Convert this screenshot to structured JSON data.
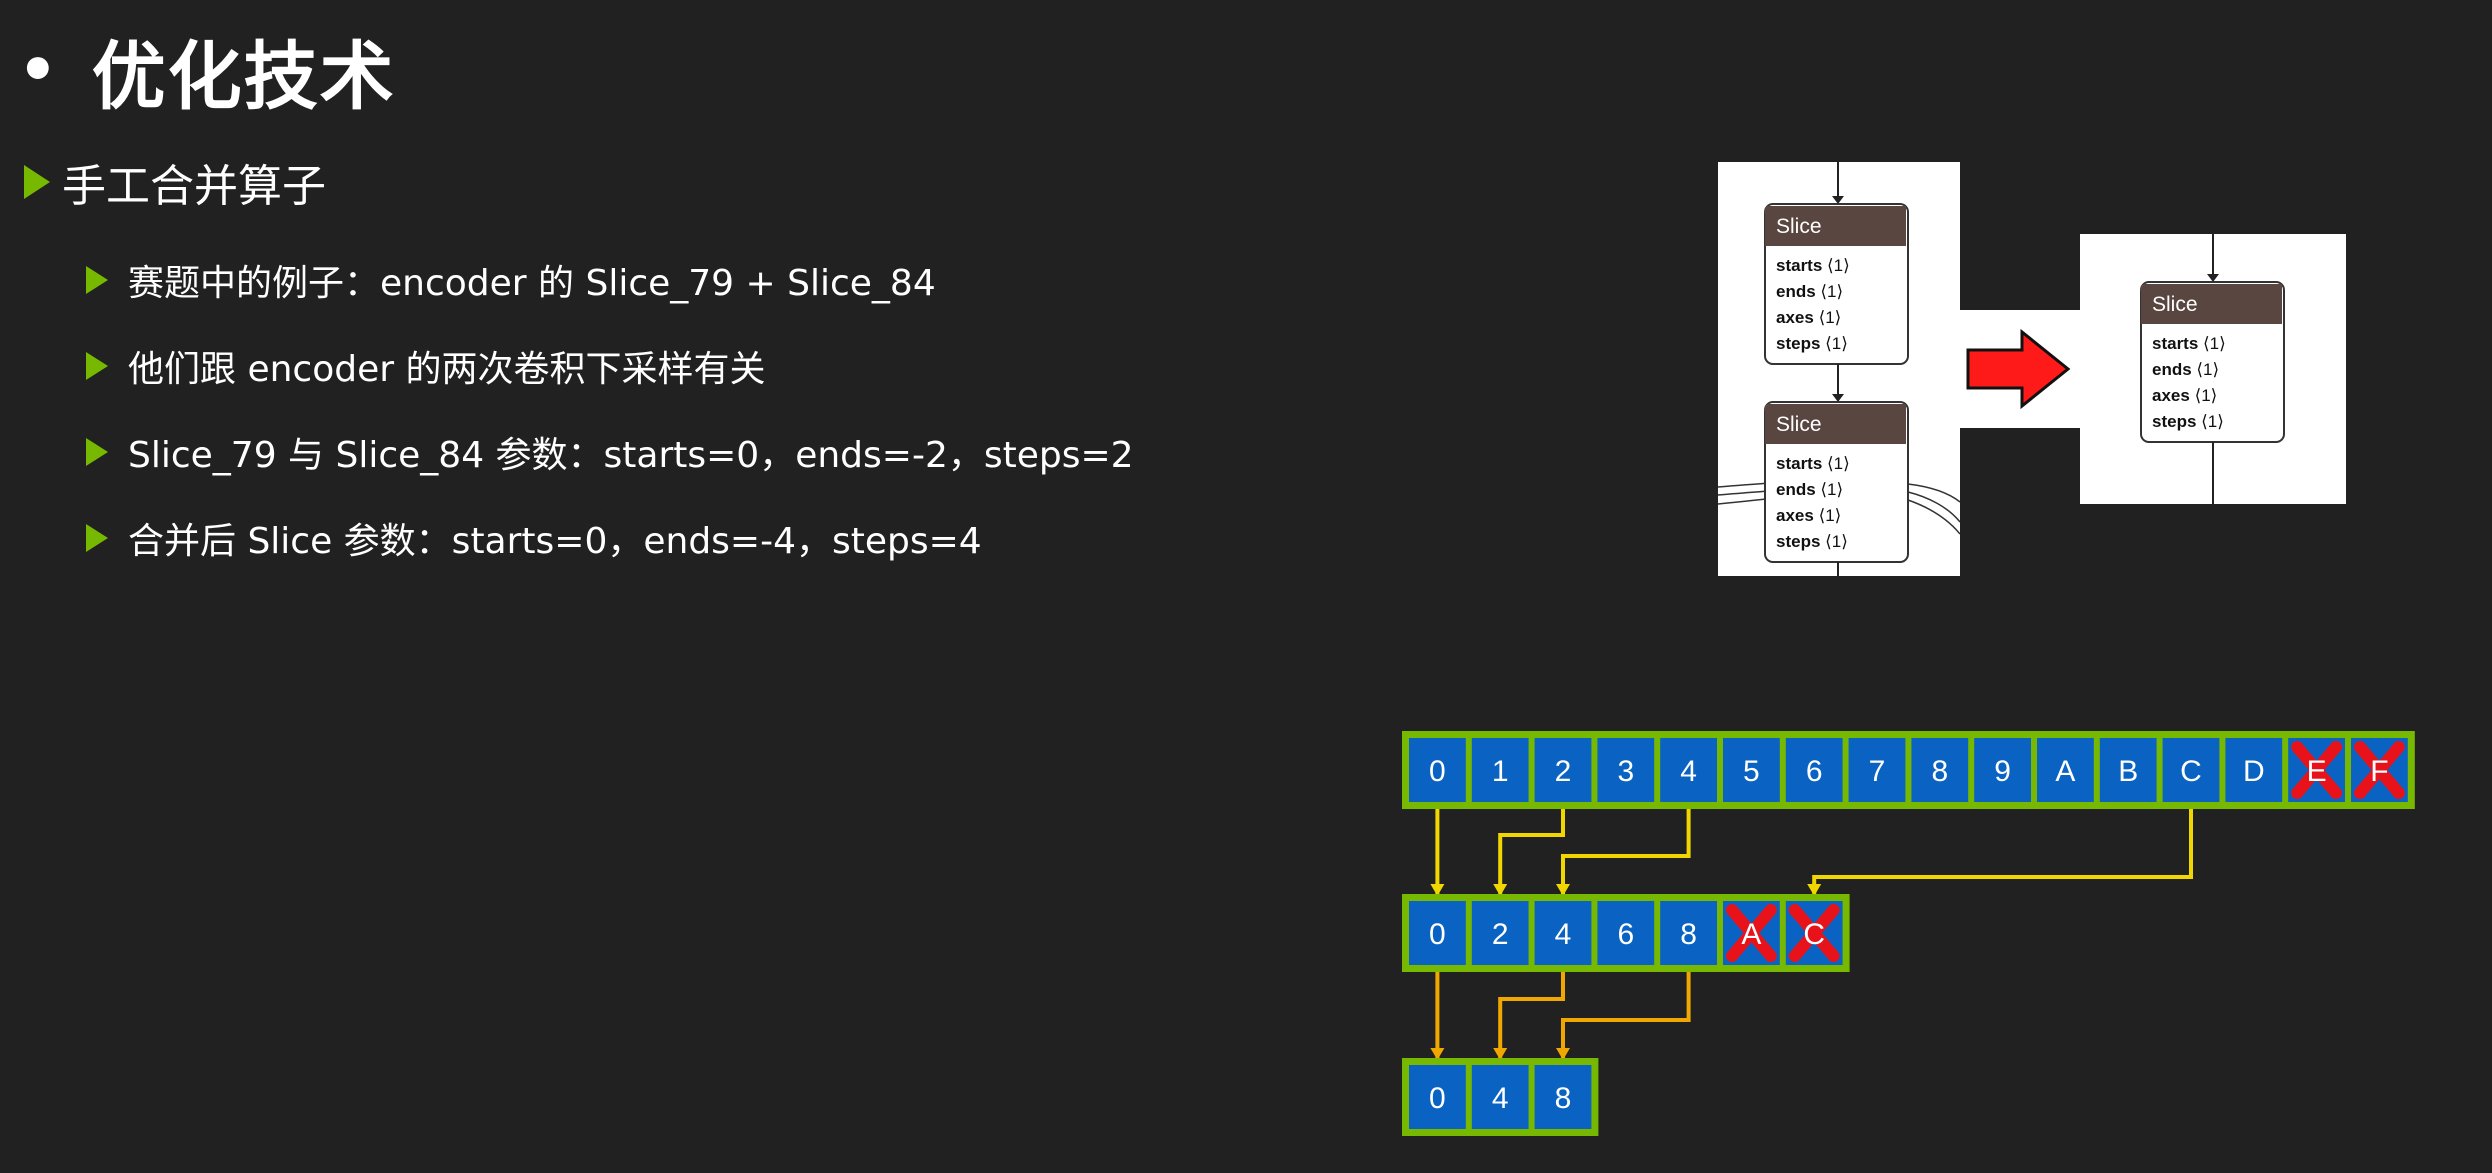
{
  "slide": {
    "bullet": "•",
    "title": "优化技术",
    "heading": "手工合并算子",
    "points": [
      "赛题中的例子：encoder 的 Slice_79 + Slice_84",
      "他们跟 encoder 的两次卷积下采样有关",
      "Slice_79 与 Slice_84 参数：starts=0，ends=-2，steps=2",
      "合并后 Slice 参数：starts=0，ends=-4，steps=4"
    ]
  },
  "graph": {
    "node_title": "Slice",
    "attrs": [
      {
        "name": "starts",
        "value": "⟨1⟩"
      },
      {
        "name": "ends",
        "value": "⟨1⟩"
      },
      {
        "name": "axes",
        "value": "⟨1⟩"
      },
      {
        "name": "steps",
        "value": "⟨1⟩"
      }
    ]
  },
  "arrays": {
    "row1": [
      "0",
      "1",
      "2",
      "3",
      "4",
      "5",
      "6",
      "7",
      "8",
      "9",
      "A",
      "B",
      "C",
      "D",
      "E",
      "F"
    ],
    "row1_crossed": [
      "E",
      "F"
    ],
    "row2": [
      "0",
      "2",
      "4",
      "6",
      "8",
      "A",
      "C"
    ],
    "row2_crossed": [
      "A",
      "C"
    ],
    "row3": [
      "0",
      "4",
      "8"
    ]
  },
  "colors": {
    "background": "#212121",
    "accent_green": "#76b900",
    "cell_blue": "#0a63c2",
    "arrow_yellow": "#f2d600",
    "arrow_orange": "#f0a800",
    "node_header": "#5a4640",
    "big_arrow_red": "#ff1a1a",
    "cross_red": "#e8121a"
  }
}
